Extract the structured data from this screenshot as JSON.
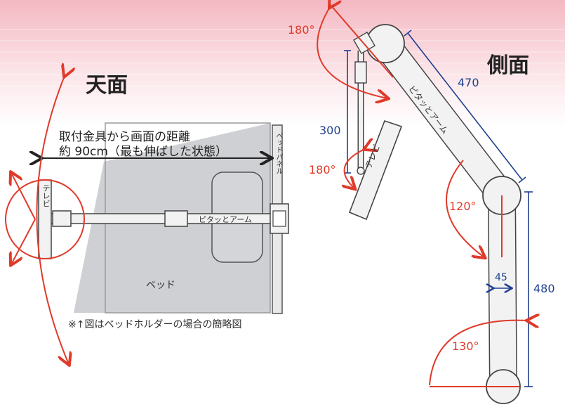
{
  "top_view": {
    "title": "天面",
    "distance_line1": "取付金具から画面の距離",
    "distance_line2": "約 90cm（最も伸ばした状態）",
    "tv_label": "テレビ",
    "arm_label": "ピタッとアーム",
    "bed_label": "ベッド",
    "panel_label": "ベッドパネル",
    "note": "※↑図はベッドホルダーの場合の簡略図"
  },
  "side_view": {
    "title": "側面",
    "angle_top": "180°",
    "angle_tv": "180°",
    "angle_elbow": "120°",
    "angle_base": "130°",
    "dim_tv_arm": "300",
    "dim_upper_arm": "470",
    "dim_lower_arm": "480",
    "dim_pole_width": "45",
    "tv_label": "テレビ",
    "arm_label": "ピタッとアーム"
  },
  "colors": {
    "accent_red": "#e03a2a",
    "dimension_blue": "#1f3f8f",
    "header_pink": "#f6c9d0",
    "bed_gray": "#cfd0d3"
  }
}
